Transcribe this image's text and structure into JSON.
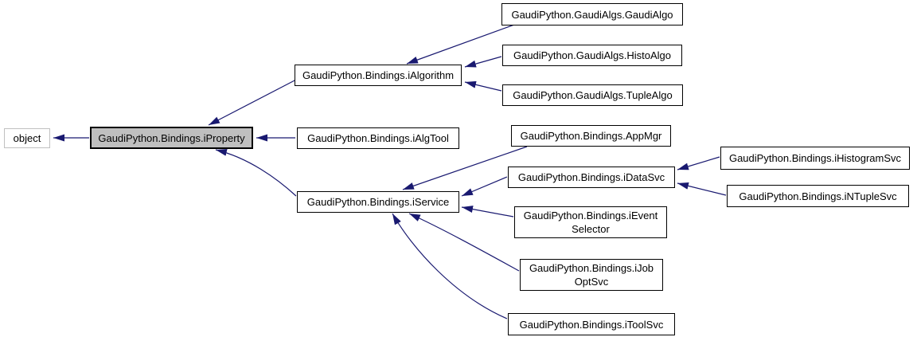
{
  "diagram": {
    "kind": "class-inheritance-graph",
    "colors": {
      "background": "#ffffff",
      "edge": "#191970",
      "node_border": "#000000",
      "external_node_border": "#c0c0c0",
      "current_node_fill": "#bfbfbf",
      "text": "#000000"
    },
    "nodes": [
      {
        "id": "object",
        "label": "object",
        "lines": [
          "object"
        ],
        "type": "external"
      },
      {
        "id": "iProperty",
        "label": "GaudiPython.Bindings.iProperty",
        "lines": [
          "GaudiPython.Bindings.iProperty"
        ],
        "type": "current"
      },
      {
        "id": "iAlgorithm",
        "label": "GaudiPython.Bindings.iAlgorithm",
        "lines": [
          "GaudiPython.Bindings.iAlgorithm"
        ],
        "type": "class"
      },
      {
        "id": "iAlgTool",
        "label": "GaudiPython.Bindings.iAlgTool",
        "lines": [
          "GaudiPython.Bindings.iAlgTool"
        ],
        "type": "class"
      },
      {
        "id": "iService",
        "label": "GaudiPython.Bindings.iService",
        "lines": [
          "GaudiPython.Bindings.iService"
        ],
        "type": "class"
      },
      {
        "id": "GaudiAlgo",
        "label": "GaudiPython.GaudiAlgs.GaudiAlgo",
        "lines": [
          "GaudiPython.GaudiAlgs.GaudiAlgo"
        ],
        "type": "class"
      },
      {
        "id": "HistoAlgo",
        "label": "GaudiPython.GaudiAlgs.HistoAlgo",
        "lines": [
          "GaudiPython.GaudiAlgs.HistoAlgo"
        ],
        "type": "class"
      },
      {
        "id": "TupleAlgo",
        "label": "GaudiPython.GaudiAlgs.TupleAlgo",
        "lines": [
          "GaudiPython.GaudiAlgs.TupleAlgo"
        ],
        "type": "class"
      },
      {
        "id": "AppMgr",
        "label": "GaudiPython.Bindings.AppMgr",
        "lines": [
          "GaudiPython.Bindings.AppMgr"
        ],
        "type": "class"
      },
      {
        "id": "iDataSvc",
        "label": "GaudiPython.Bindings.iDataSvc",
        "lines": [
          "GaudiPython.Bindings.iDataSvc"
        ],
        "type": "class"
      },
      {
        "id": "iEventSelector",
        "label": "GaudiPython.Bindings.iEventSelector",
        "lines": [
          "GaudiPython.Bindings.iEvent",
          "Selector"
        ],
        "type": "class"
      },
      {
        "id": "iJobOptSvc",
        "label": "GaudiPython.Bindings.iJobOptSvc",
        "lines": [
          "GaudiPython.Bindings.iJob",
          "OptSvc"
        ],
        "type": "class"
      },
      {
        "id": "iToolSvc",
        "label": "GaudiPython.Bindings.iToolSvc",
        "lines": [
          "GaudiPython.Bindings.iToolSvc"
        ],
        "type": "class"
      },
      {
        "id": "iHistogramSvc",
        "label": "GaudiPython.Bindings.iHistogramSvc",
        "lines": [
          "GaudiPython.Bindings.iHistogramSvc"
        ],
        "type": "class"
      },
      {
        "id": "iNTupleSvc",
        "label": "GaudiPython.Bindings.iNTupleSvc",
        "lines": [
          "GaudiPython.Bindings.iNTupleSvc"
        ],
        "type": "class"
      }
    ],
    "edges": [
      {
        "from": "iProperty",
        "to": "object"
      },
      {
        "from": "iAlgorithm",
        "to": "iProperty"
      },
      {
        "from": "iAlgTool",
        "to": "iProperty"
      },
      {
        "from": "iService",
        "to": "iProperty"
      },
      {
        "from": "GaudiAlgo",
        "to": "iAlgorithm"
      },
      {
        "from": "HistoAlgo",
        "to": "iAlgorithm"
      },
      {
        "from": "TupleAlgo",
        "to": "iAlgorithm"
      },
      {
        "from": "AppMgr",
        "to": "iService"
      },
      {
        "from": "iDataSvc",
        "to": "iService"
      },
      {
        "from": "iEventSelector",
        "to": "iService"
      },
      {
        "from": "iJobOptSvc",
        "to": "iService"
      },
      {
        "from": "iToolSvc",
        "to": "iService"
      },
      {
        "from": "iHistogramSvc",
        "to": "iDataSvc"
      },
      {
        "from": "iNTupleSvc",
        "to": "iDataSvc"
      }
    ]
  }
}
